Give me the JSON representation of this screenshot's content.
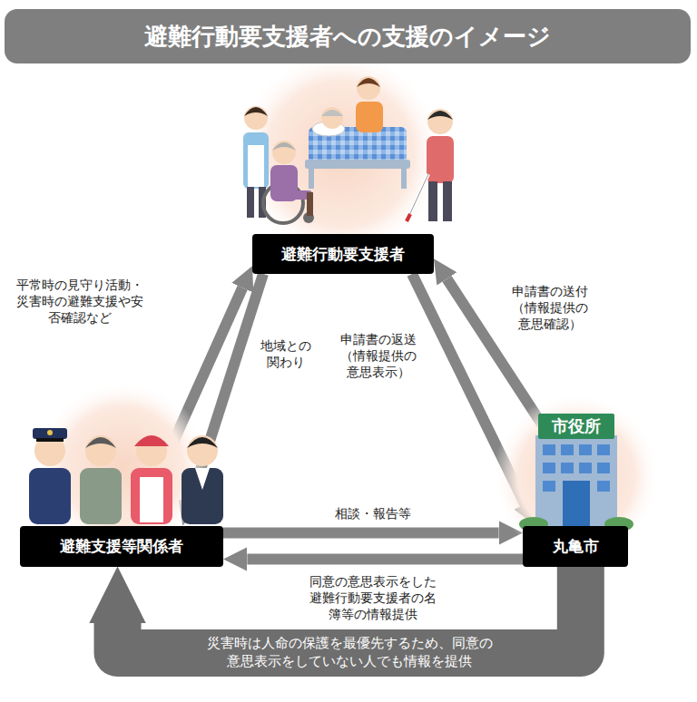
{
  "diagram": {
    "title": "避難行動要支援者への支援のイメージ",
    "nodes": [
      {
        "text": [
          "避難行動要支援者"
        ]
      },
      {
        "text": [
          "避難支援等関係者"
        ]
      },
      {
        "text": [
          "丸亀市"
        ]
      }
    ],
    "edges": [
      {
        "from": 1,
        "to": 0,
        "arrow": "to",
        "label": "平常時の見守り活動・災害時の避難支援や安否確認など"
      },
      {
        "from": 0,
        "to": 1,
        "arrow": "to",
        "label": "地域との関わり"
      },
      {
        "from": 0,
        "to": 2,
        "arrow": "to",
        "label": "申請書の返送（情報提供の意思表示）"
      },
      {
        "from": 2,
        "to": 0,
        "arrow": "to",
        "label": "申請書の送付（情報提供の意思確認）"
      },
      {
        "from": 1,
        "to": 2,
        "arrow": "to",
        "label": "相談・報告等"
      },
      {
        "from": 2,
        "to": 1,
        "arrow": "to",
        "label": "同意の意思表示をした避難行動要支援者の名簿等の情報提供"
      },
      {
        "from": 2,
        "to": 1,
        "arrow": "to",
        "label": "災害時は人命の保護を最優先するため、同意の意思表示をしていない人でも情報を提供"
      }
    ],
    "labels": [
      "市役所"
    ]
  }
}
